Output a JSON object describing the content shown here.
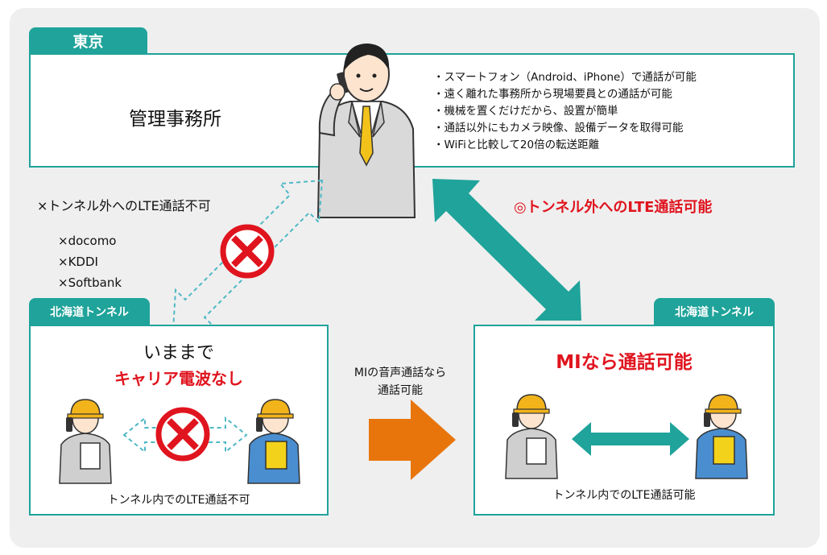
{
  "tokyo": {
    "tab": "東京",
    "office": "管理事務所",
    "bullets": [
      "・スマートフォン（Android、iPhone）で通話が可能",
      "・遠く離れた事務所から現場要員との通話が可能",
      "・機械を置くだけだから、設置が簡単",
      "・通話以外にもカメラ映像、設備データを取得可能",
      "・WiFiと比較して20倍の転送距離"
    ]
  },
  "left_notes": {
    "heading": "×トンネル外へのLTE通話不可",
    "carriers": [
      "×docomo",
      "×KDDI",
      "×Softbank"
    ]
  },
  "right_note": "◎トンネル外へのLTE通話可能",
  "left_panel": {
    "tab": "北海道トンネル",
    "title": "いままで",
    "subtitle": "キャリア電波なし",
    "caption": "トンネル内でのLTE通話不可"
  },
  "middle": {
    "line1": "MIの音声通話なら",
    "line2": "通話可能"
  },
  "right_panel": {
    "tab": "北海道トンネル",
    "title": "MIなら通話可能",
    "caption": "トンネル内でのLTE通話可能"
  },
  "colors": {
    "teal": "#1fa39a",
    "red": "#e0141e",
    "orange": "#e8750c",
    "dashed": "#4fb8c5"
  }
}
